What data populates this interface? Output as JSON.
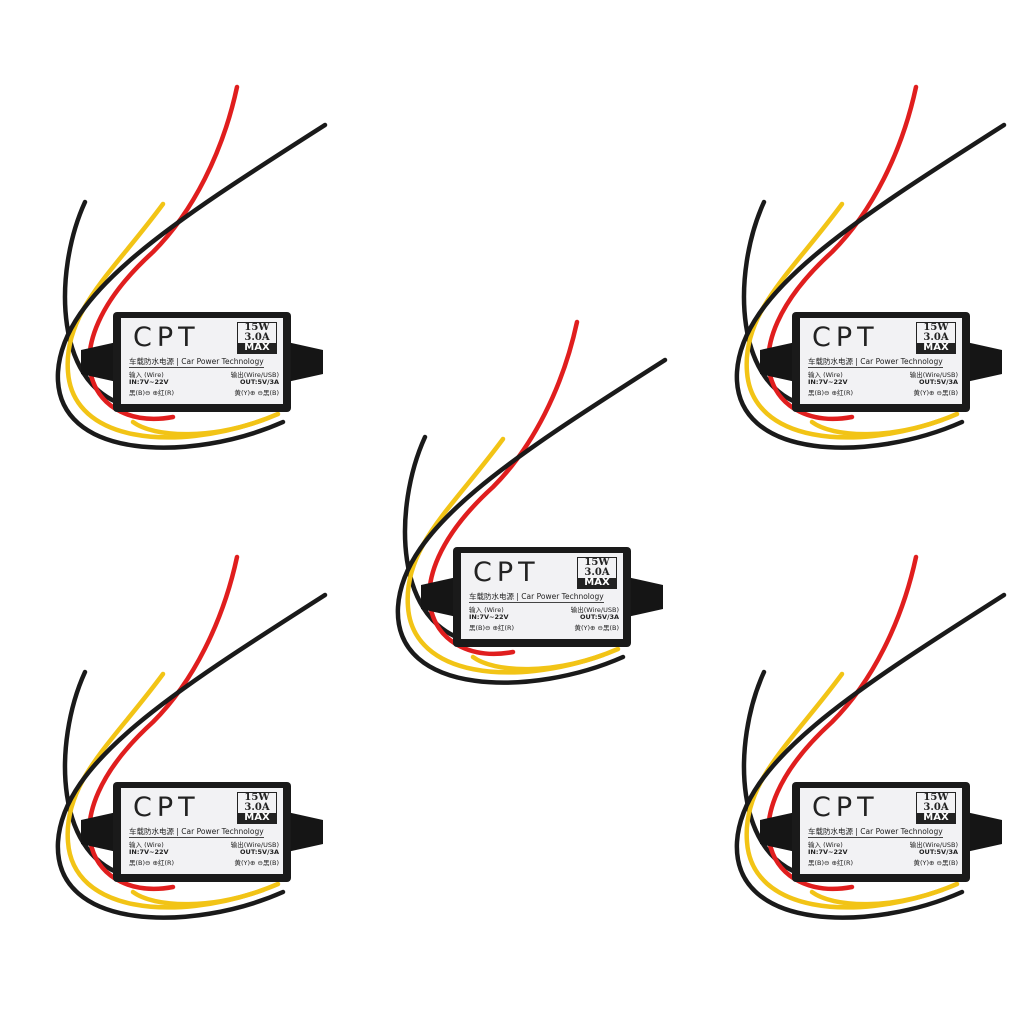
{
  "product": {
    "brand": "CPT",
    "power": "15W",
    "current": "3.0A",
    "max": "MAX",
    "subtitle_cn": "车载防水电源",
    "subtitle_en": "| Car Power Technology",
    "input_label": "输入 (Wire)",
    "input_spec": "IN:7V~22V",
    "input_wires": "黑(B)⊖ ⊕红(R)",
    "output_label": "输出(Wire/USB)",
    "output_spec": "OUT:5V/3A",
    "output_wires": "黄(Y)⊕ ⊖黑(B)"
  },
  "module_count": 5,
  "colors": {
    "red_wire": "#e01e1e",
    "black_wire": "#1a1a1a",
    "yellow_wire": "#f2c416",
    "housing": "#1a1a1a",
    "label": "#f2f2f4"
  }
}
